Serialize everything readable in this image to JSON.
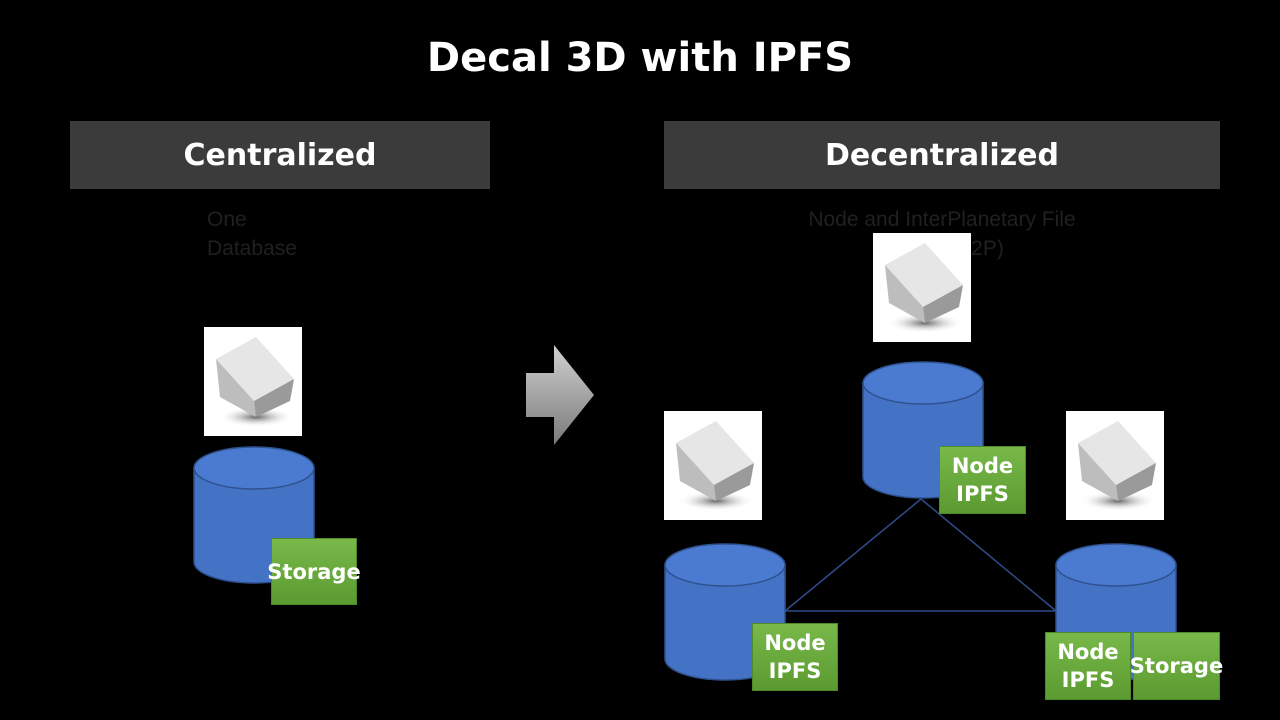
{
  "title": "Decal 3D with IPFS",
  "left": {
    "header": "Centralized",
    "caption_line1": "One",
    "caption_line2": "Database",
    "storage_label": "Storage"
  },
  "right": {
    "header": "Decentralized",
    "caption_line1": "Node and InterPlanetary File",
    "caption_line2": "System(P2P)",
    "node_label_line1": "Node",
    "node_label_line2": "IPFS",
    "storage_label": "Storage"
  },
  "colors": {
    "background": "#000000",
    "header_bg": "#3b3b3b",
    "cylinder": "#4472c4",
    "green_box": "#70ad47",
    "connector": "#2f4a8a"
  }
}
